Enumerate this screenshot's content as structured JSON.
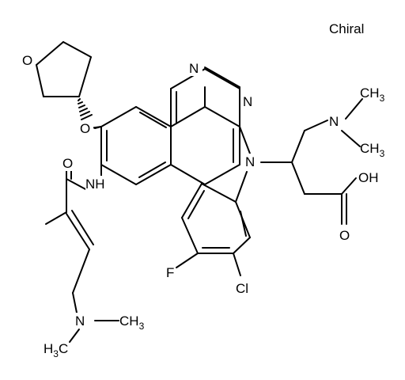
{
  "chiral_label": "Chiral",
  "atoms": {
    "thf_o": "O",
    "ether_o": "O",
    "amide_o": "O",
    "amide_nh": "NH",
    "quin_n1": "N",
    "quin_n3": "N",
    "central_n": "N",
    "top_n": "N",
    "top_me1": "CH",
    "top_me1_sub": "3",
    "top_me2": "CH",
    "top_me2_sub": "3",
    "acid_oh": "OH",
    "acid_o": "O",
    "cl": "Cl",
    "f": "F",
    "bottom_n": "N",
    "bottom_me1": "CH",
    "bottom_me1_sub": "3",
    "bottom_me2_pre": "H",
    "bottom_me2_sub": "3",
    "bottom_me2_post": "C"
  }
}
